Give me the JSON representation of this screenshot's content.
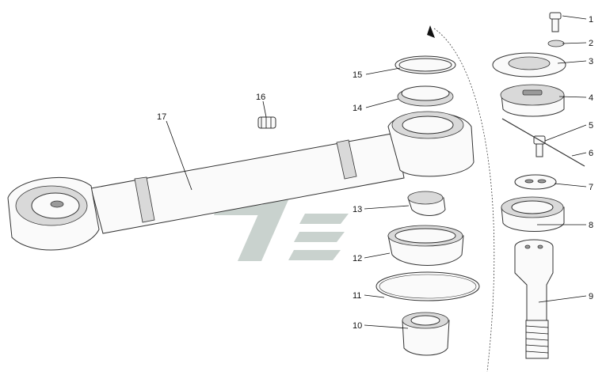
{
  "colors": {
    "line": "#111111",
    "watermark": "#c9d2ce"
  },
  "callouts": [
    {
      "label": "1"
    },
    {
      "label": "2"
    },
    {
      "label": "3"
    },
    {
      "label": "4"
    },
    {
      "label": "5"
    },
    {
      "label": "6"
    },
    {
      "label": "7"
    },
    {
      "label": "8"
    },
    {
      "label": "9"
    },
    {
      "label": "10"
    },
    {
      "label": "11"
    },
    {
      "label": "12"
    },
    {
      "label": "13"
    },
    {
      "label": "14"
    },
    {
      "label": "15"
    },
    {
      "label": "16"
    },
    {
      "label": "17"
    }
  ]
}
